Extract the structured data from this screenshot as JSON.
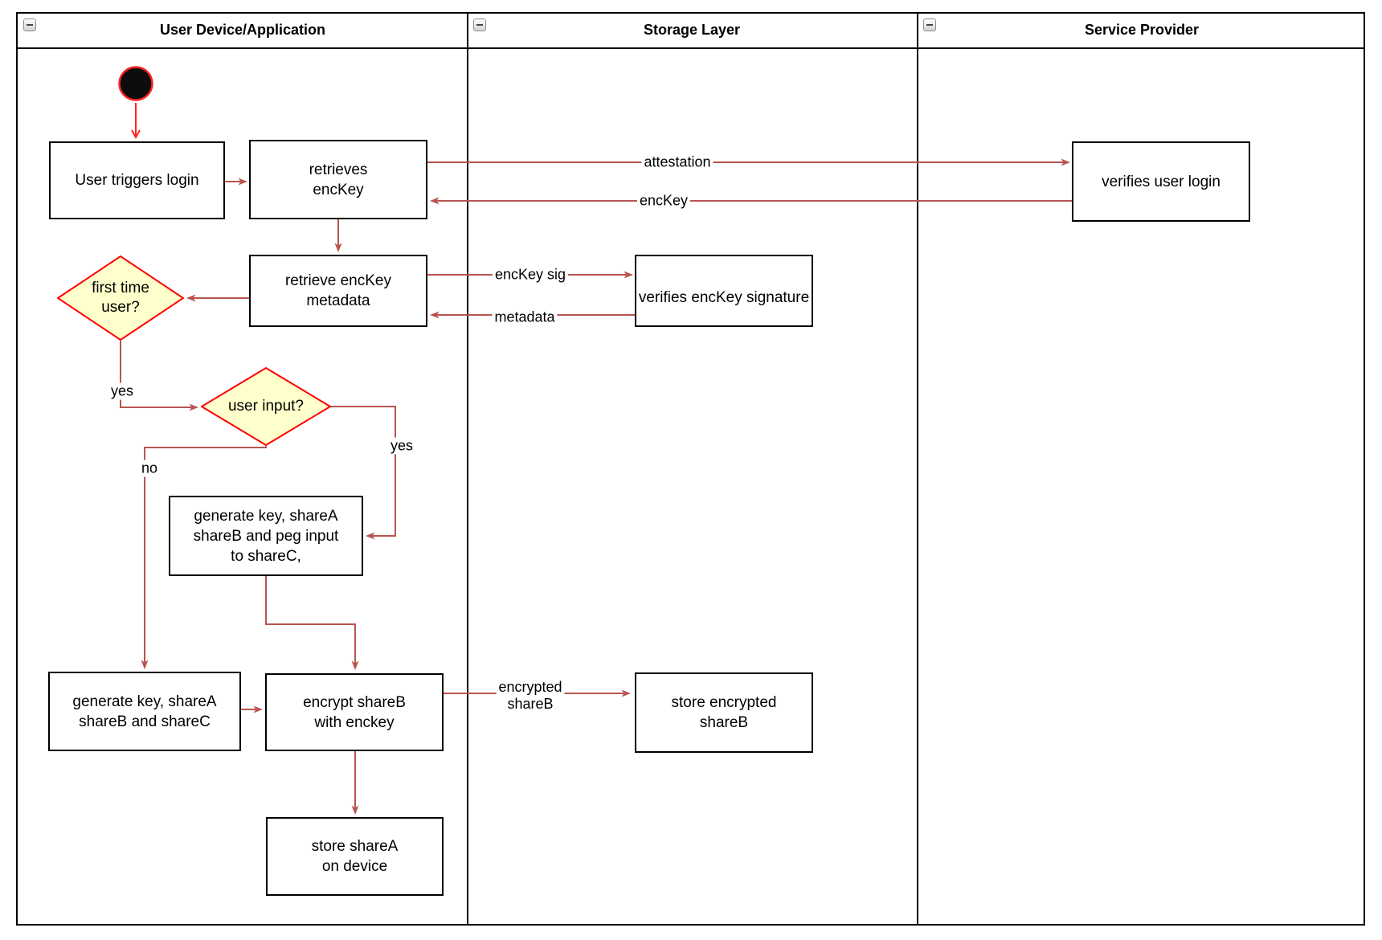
{
  "lanes": [
    {
      "title": "User Device/Application"
    },
    {
      "title": "Storage Layer"
    },
    {
      "title": "Service Provider"
    }
  ],
  "icons": {
    "lane_collapse": "minus"
  },
  "nodes": {
    "user_triggers_login": {
      "label": "User triggers login"
    },
    "retrieves_enckey": {
      "lines": [
        "retrieves",
        "encKey"
      ]
    },
    "retrieve_enckey_metadata": {
      "lines": [
        "retrieve encKey",
        "metadata"
      ]
    },
    "first_time_user": {
      "lines": [
        "first time",
        "user?"
      ]
    },
    "user_input": {
      "label": "user input?"
    },
    "generate_key_peg_input": {
      "lines": [
        "generate key, shareA",
        "shareB and peg input",
        "to shareC,"
      ]
    },
    "generate_key_sharec": {
      "lines": [
        "generate key, shareA",
        "shareB and shareC"
      ]
    },
    "encrypt_shareb": {
      "lines": [
        "encrypt shareB",
        "with enckey"
      ]
    },
    "store_sharea": {
      "lines": [
        "store shareA",
        "on device"
      ]
    },
    "store_encrypted_shareb": {
      "lines": [
        "store encrypted",
        "shareB"
      ]
    },
    "verifies_user_login": {
      "label": "verifies user login"
    },
    "verifies_enckey_signature": {
      "label": "verifies encKey signature"
    }
  },
  "edge_labels": {
    "attestation": "attestation",
    "enckey_return": "encKey",
    "enckey_sig": "encKey sig",
    "metadata_return": "metadata",
    "first_time_yes": "yes",
    "user_input_yes": "yes",
    "user_input_no": "no",
    "encrypted_shareb_line1": "encrypted",
    "encrypted_shareb_line2": "shareB"
  },
  "colors": {
    "flow_arrow": "#B85450",
    "start_arrow": "#FF2222",
    "decision_fill": "#FFFFCC",
    "decision_border": "#FF0000",
    "node_border": "#000000",
    "start_fill": "#0D0D0D"
  }
}
